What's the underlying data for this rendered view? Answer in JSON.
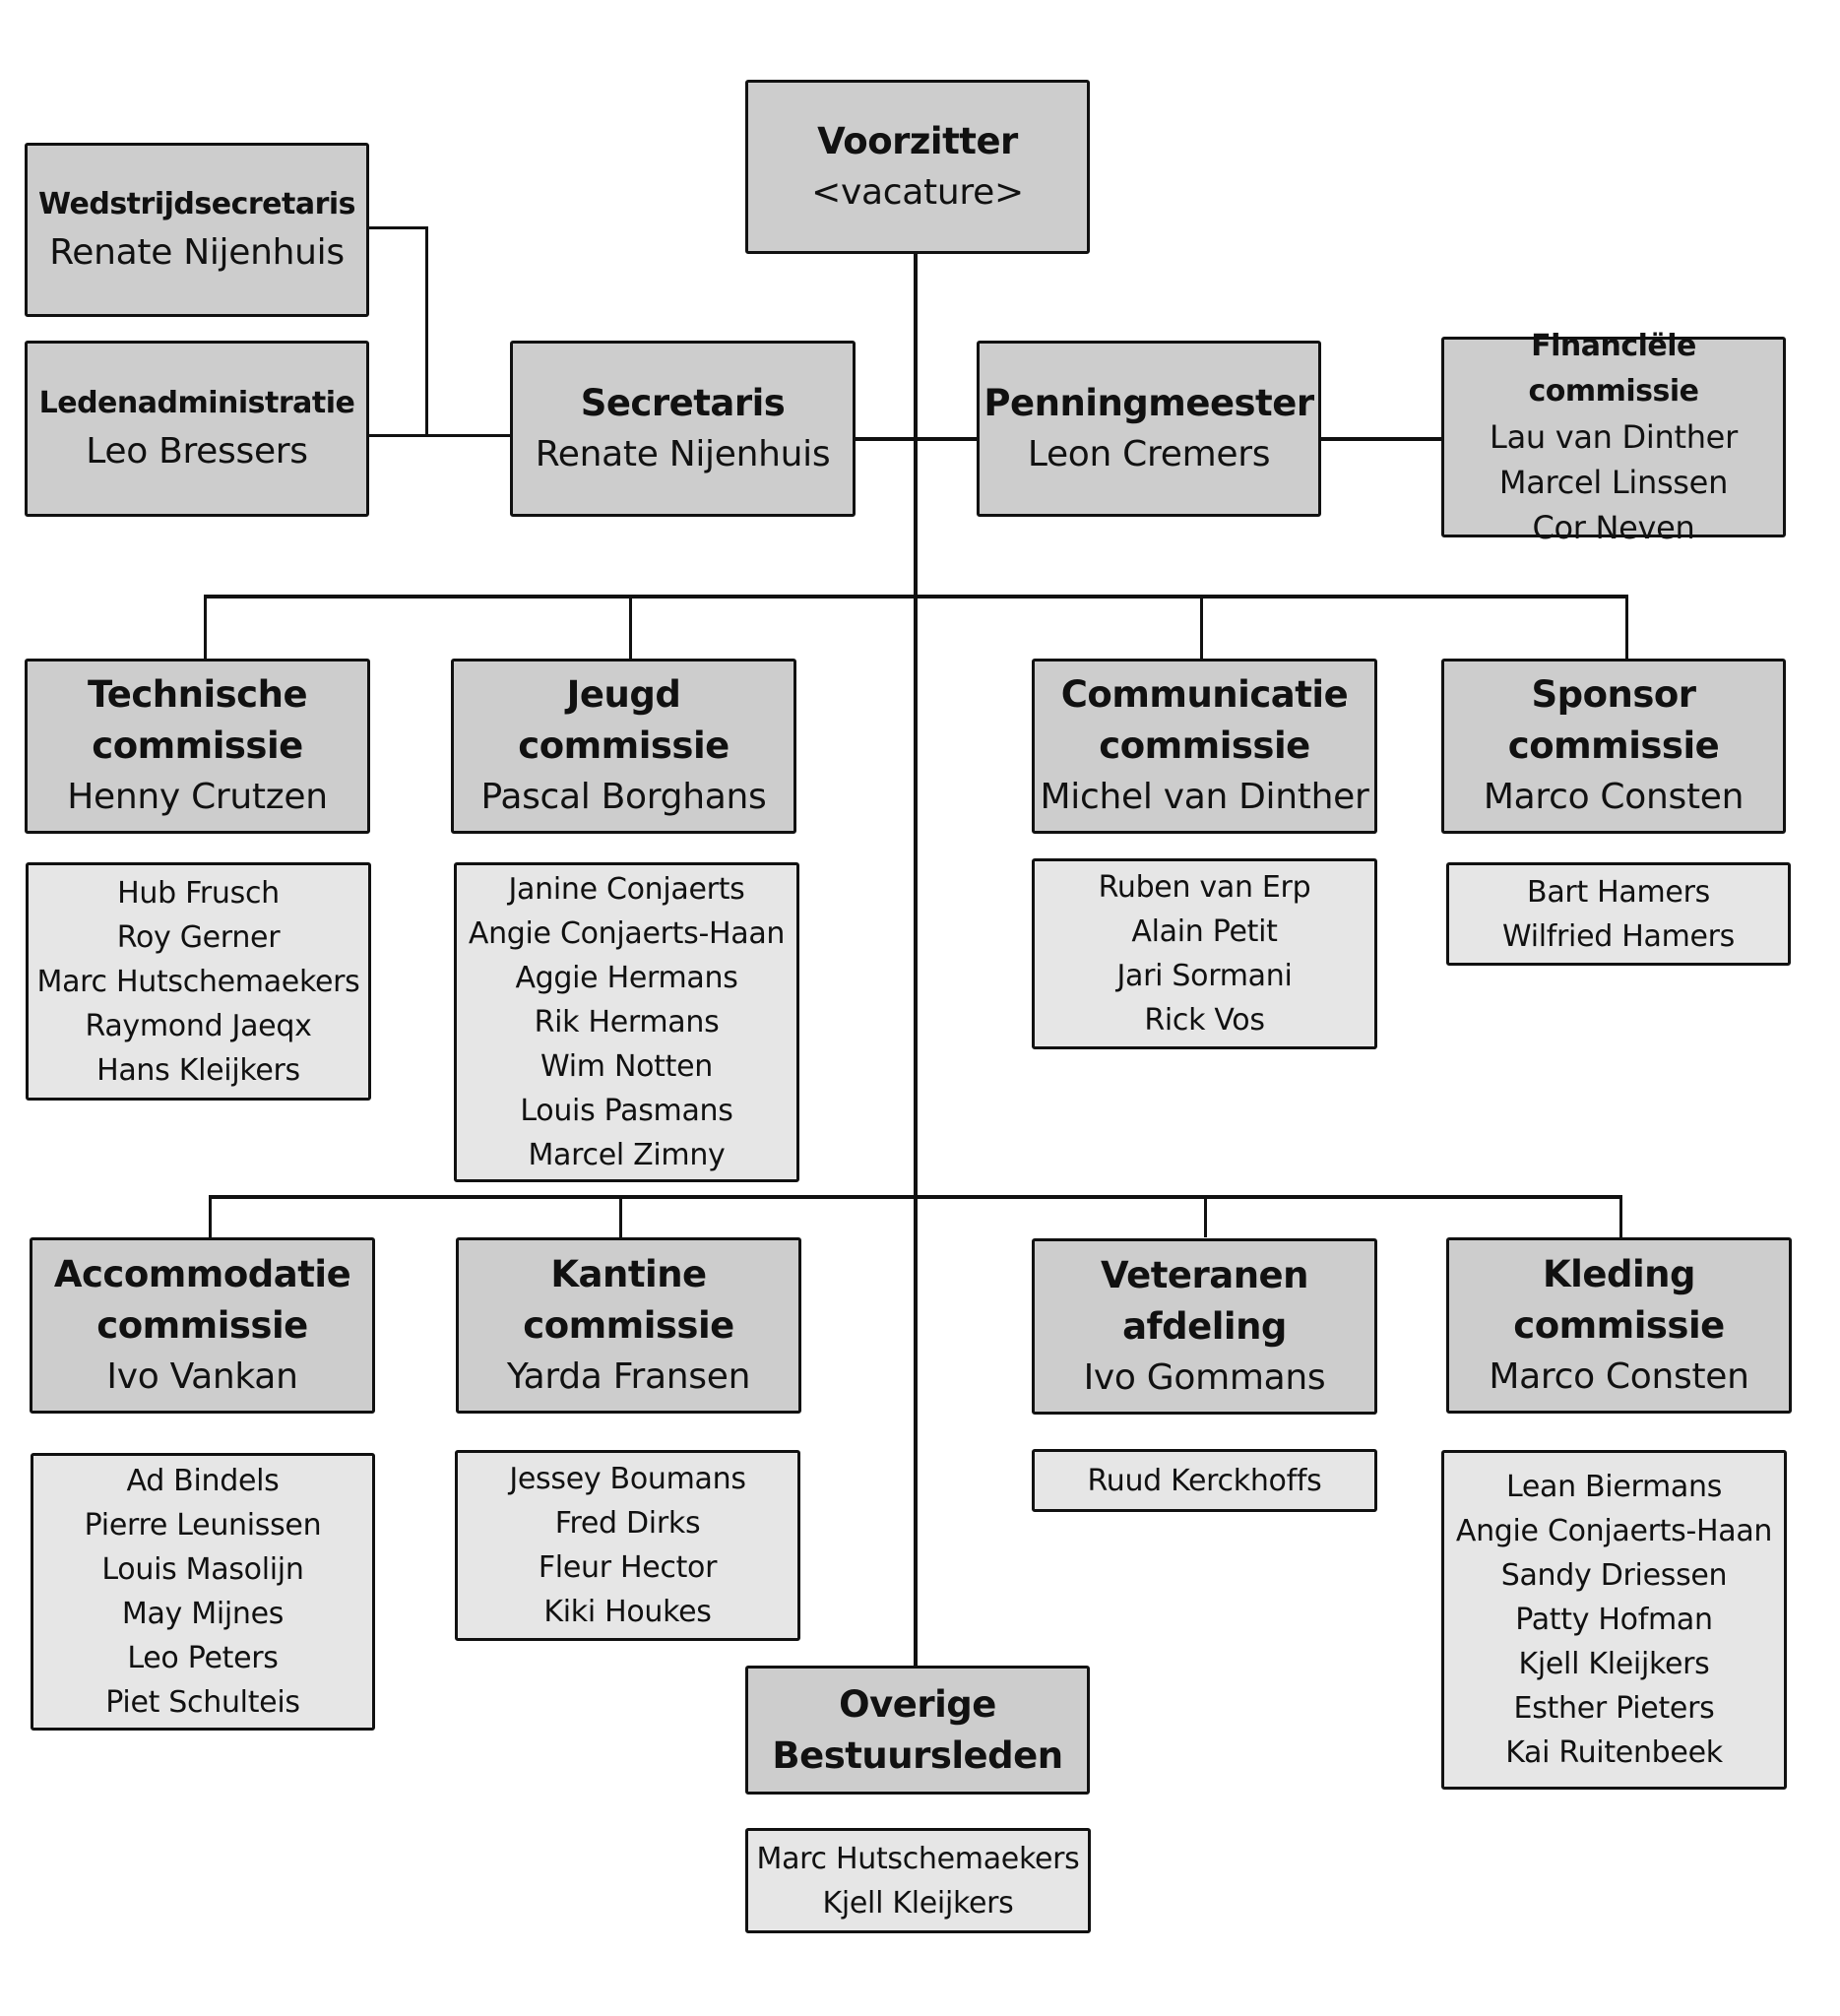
{
  "chart": {
    "voorzitter": {
      "title": "Voorzitter",
      "person": "<vacature>"
    },
    "wedstrijdsecretaris": {
      "title": "Wedstrijdsecretaris",
      "person": "Renate Nijenhuis"
    },
    "ledenadministratie": {
      "title": "Ledenadministratie",
      "person": "Leo Bressers"
    },
    "secretaris": {
      "title": "Secretaris",
      "person": "Renate Nijenhuis"
    },
    "penningmeester": {
      "title": "Penningmeester",
      "person": "Leon Cremers"
    },
    "financiele_commissie": {
      "title": "Financiële commissie",
      "members": [
        "Lau van Dinther",
        "Marcel Linssen",
        "Cor Neven"
      ]
    },
    "technische": {
      "title1": "Technische",
      "title2": "commissie",
      "person": "Henny Crutzen",
      "members": [
        "Hub Frusch",
        "Roy Gerner",
        "Marc Hutschemaekers",
        "Raymond Jaeqx",
        "Hans Kleijkers"
      ]
    },
    "jeugd": {
      "title1": "Jeugd",
      "title2": "commissie",
      "person": "Pascal Borghans",
      "members": [
        "Janine Conjaerts",
        "Angie Conjaerts-Haan",
        "Aggie Hermans",
        "Rik Hermans",
        "Wim Notten",
        "Louis Pasmans",
        "Marcel Zimny"
      ]
    },
    "communicatie": {
      "title1": "Communicatie",
      "title2": "commissie",
      "person": "Michel van Dinther",
      "members": [
        "Ruben van Erp",
        "Alain Petit",
        "Jari Sormani",
        "Rick Vos"
      ]
    },
    "sponsor": {
      "title1": "Sponsor",
      "title2": "commissie",
      "person": "Marco Consten",
      "members": [
        "Bart Hamers",
        "Wilfried Hamers"
      ]
    },
    "accommodatie": {
      "title1": "Accommodatie",
      "title2": "commissie",
      "person": "Ivo Vankan",
      "members": [
        "Ad Bindels",
        "Pierre Leunissen",
        "Louis Masolijn",
        "May Mijnes",
        "Leo Peters",
        "Piet Schulteis"
      ]
    },
    "kantine": {
      "title1": "Kantine",
      "title2": "commissie",
      "person": "Yarda Fransen",
      "members": [
        "Jessey Boumans",
        "Fred Dirks",
        "Fleur Hector",
        "Kiki Houkes"
      ]
    },
    "veteranen": {
      "title1": "Veteranen",
      "title2": "afdeling",
      "person": "Ivo Gommans",
      "members": [
        "Ruud Kerckhoffs"
      ]
    },
    "kleding": {
      "title1": "Kleding",
      "title2": "commissie",
      "person": "Marco Consten",
      "members": [
        "Lean Biermans",
        "Angie Conjaerts-Haan",
        "Sandy Driessen",
        "Patty Hofman",
        "Kjell Kleijkers",
        "Esther Pieters",
        "Kai Ruitenbeek"
      ]
    },
    "overige": {
      "title1": "Overige",
      "title2": "Bestuursleden",
      "members": [
        "Marc Hutschemaekers",
        "Kjell Kleijkers"
      ]
    }
  },
  "colors": {
    "head_fill": "#cdcdcd",
    "member_fill": "#e6e6e6",
    "line": "#111111"
  }
}
